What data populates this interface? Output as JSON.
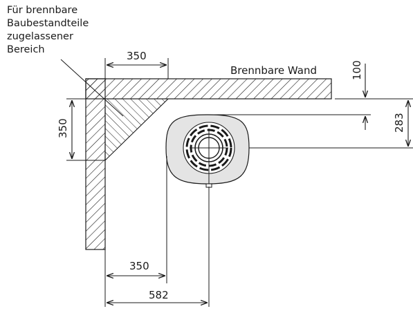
{
  "annotation": {
    "lines": [
      "Für brennbare",
      "Baubestandteile",
      "zugelassener",
      "Bereich"
    ]
  },
  "wall_label": "Brennbare Wand",
  "dimensions": {
    "top_horizontal": "350",
    "left_vertical": "350",
    "wall_distance_right": "100",
    "center_offset_right": "283",
    "bottom_inner": "350",
    "bottom_outer": "582"
  }
}
